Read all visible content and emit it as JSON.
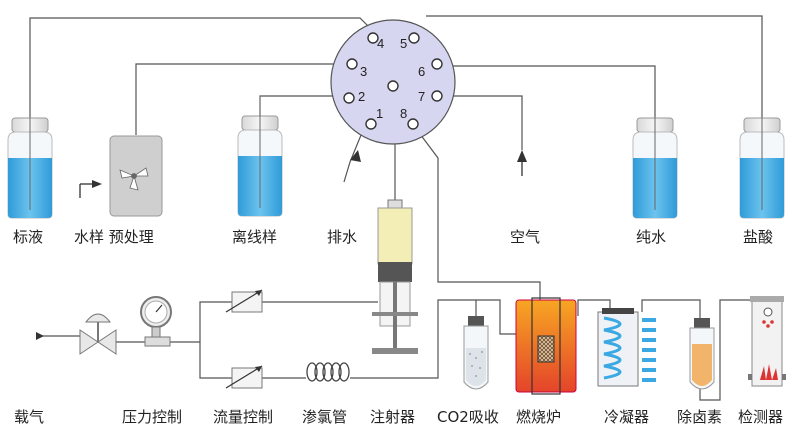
{
  "valve": {
    "ports": [
      "1",
      "2",
      "3",
      "4",
      "5",
      "6",
      "7",
      "8"
    ]
  },
  "labels": {
    "standard": "标液",
    "sample_pretreat": "水样 预处理",
    "offline_sample": "离线样",
    "drain": "排水",
    "air": "空气",
    "pure_water": "纯水",
    "hydrochloric_acid": "盐酸",
    "carrier_gas": "载气",
    "pressure_control": "压力控制",
    "flow_control": "流量控制",
    "permeation_tube": "渗氯管",
    "syringe": "注射器",
    "co2_absorb": "CO2吸收",
    "furnace": "燃烧炉",
    "condenser": "冷凝器",
    "dehalogen": "除卤素",
    "detector": "检测器"
  },
  "colors": {
    "liquid_blue": "#3aa9e3",
    "valve_fill": "#d6d6f0",
    "furnace_orange": "#f49b1e",
    "furnace_red": "#e8452a",
    "syringe_liquid": "#f3eeb5",
    "dehalogen_fill": "#f2b36a",
    "line": "#555555"
  }
}
